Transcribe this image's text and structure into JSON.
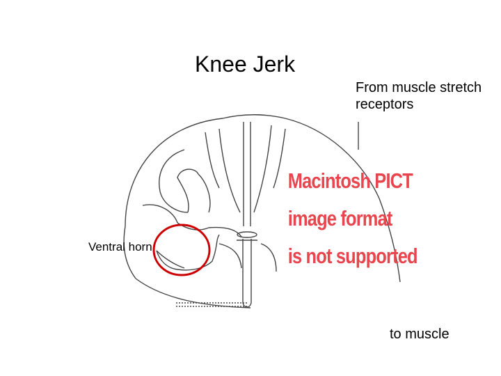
{
  "slide": {
    "title": "Knee Jerk",
    "labels": {
      "from_receptors": "From muscle stretch receptors",
      "ventral_horn": "Ventral horn",
      "to_muscle": "to muscle"
    }
  },
  "placeholder_image": {
    "lines": [
      "Macintosh PICT",
      "image format",
      "is not supported"
    ],
    "text_color": "#e8464e"
  },
  "highlight": {
    "target": "ventral horn",
    "color": "#cc0000"
  },
  "colors": {
    "line_art": "#444444",
    "background": "#ffffff"
  }
}
